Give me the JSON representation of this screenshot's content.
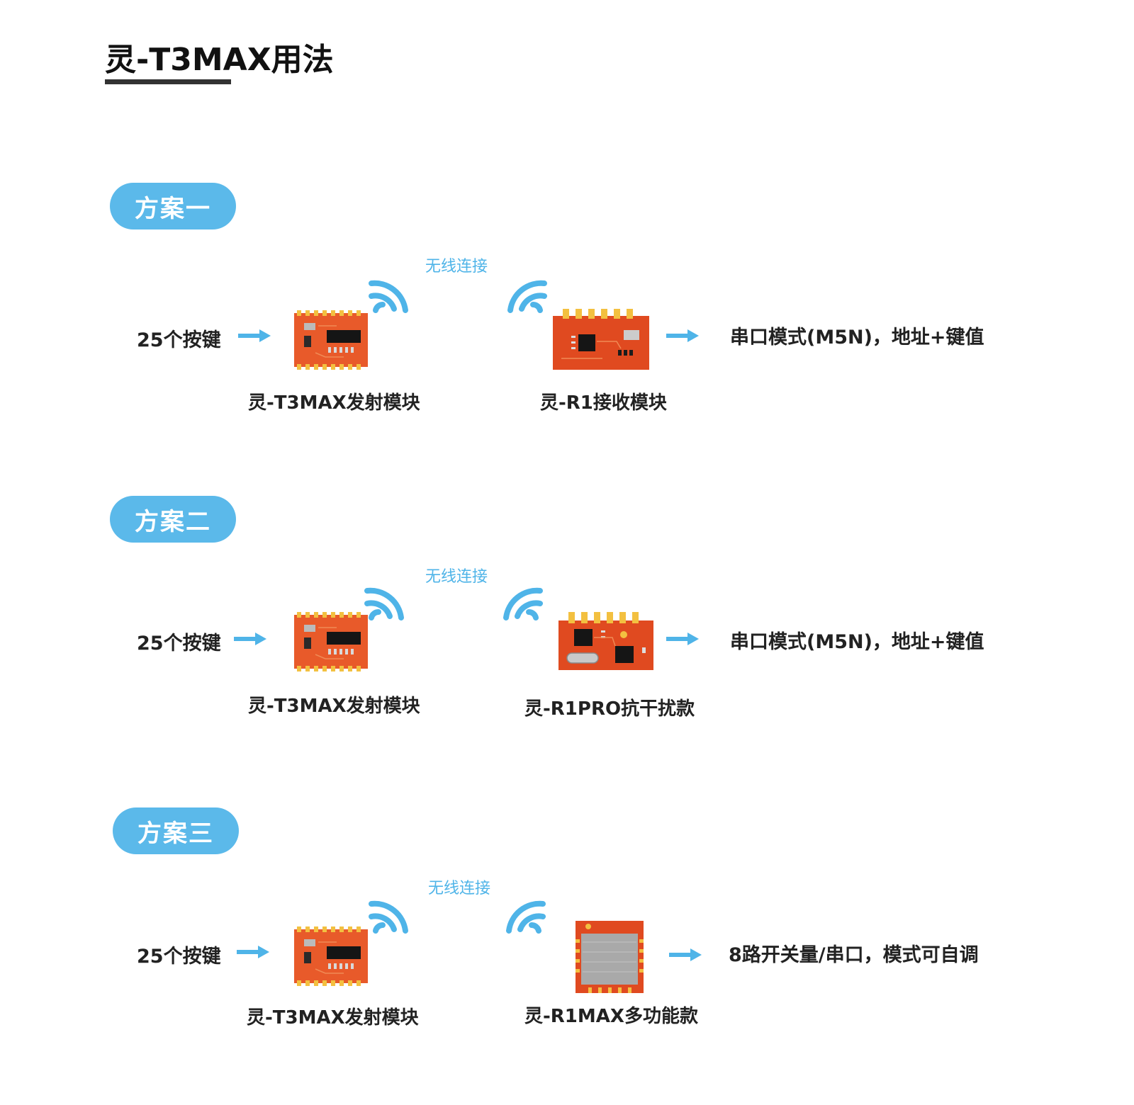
{
  "page": {
    "title": "灵-T3MAX用法",
    "accent_color": "#5bb9ea",
    "arrow_color": "#4fb4e8"
  },
  "schemes": [
    {
      "badge": "方案一",
      "wireless_text": "无线连接",
      "input": "25个按键",
      "tx_module": "灵-T3MAX发射模块",
      "rx_module": "灵-R1接收模块",
      "output": "串口模式(M5N)，地址+键值"
    },
    {
      "badge": "方案二",
      "wireless_text": "无线连接",
      "input": "25个按键",
      "tx_module": "灵-T3MAX发射模块",
      "rx_module": "灵-R1PRO抗干扰款",
      "output": "串口模式(M5N)，地址+键值"
    },
    {
      "badge": "方案三",
      "wireless_text": "无线连接",
      "input": "25个按键",
      "tx_module": "灵-T3MAX发射模块",
      "rx_module": "灵-R1MAX多功能款",
      "output": "8路开关量/串口，模式可自调"
    }
  ]
}
